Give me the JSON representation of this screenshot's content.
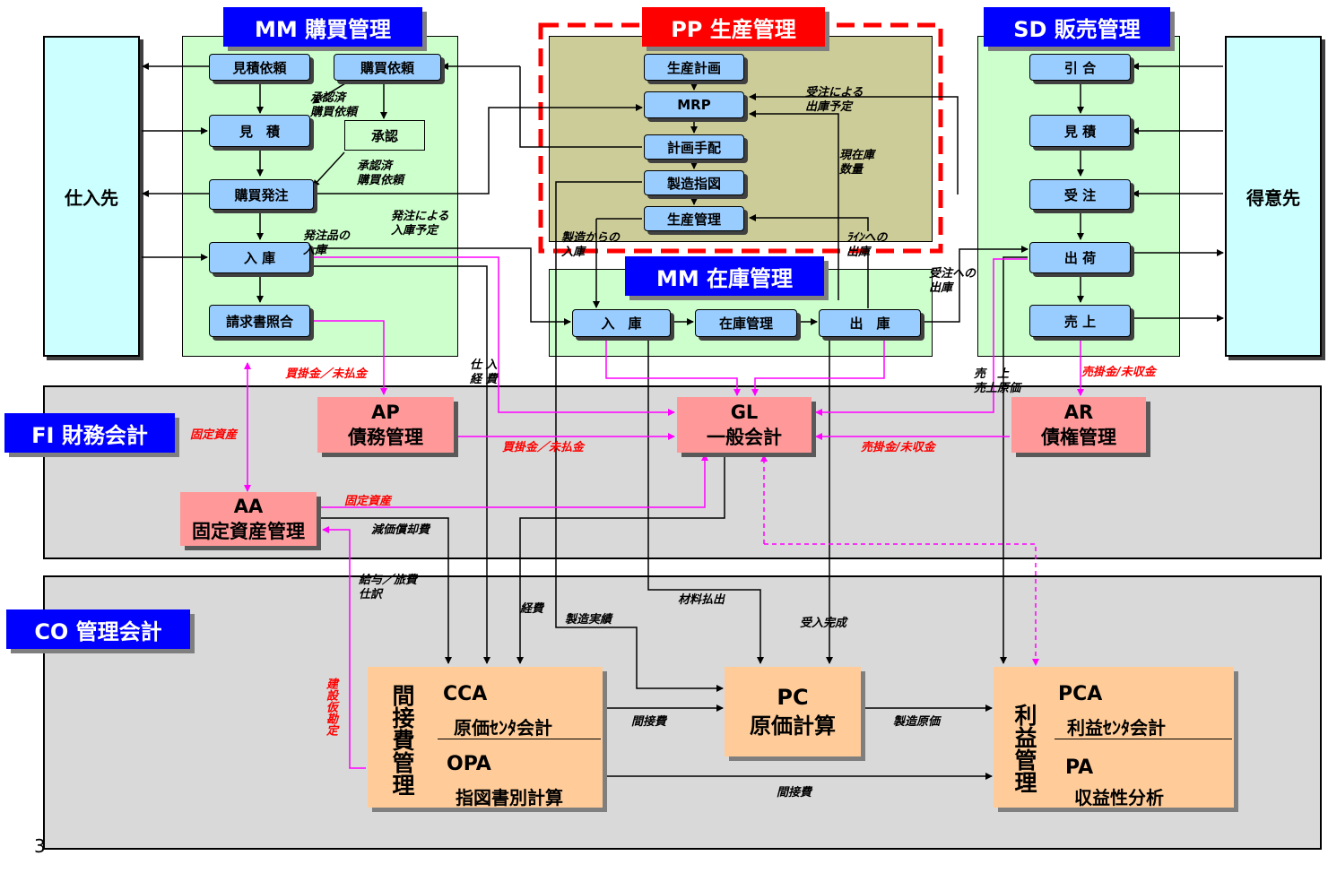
{
  "modules": {
    "mm_purchasing": "MM  購買管理",
    "pp_production": "PP  生産管理",
    "sd_sales": "SD  販売管理",
    "mm_inventory": "MM  在庫管理",
    "fi_finance": "FI  財務会計",
    "co_controlling": "CO  管理会計"
  },
  "partners": {
    "supplier": "仕入先",
    "customer": "得意先"
  },
  "mm_steps": {
    "quote_request": "見積依頼",
    "purchase_request": "購買依頼",
    "quote": "見　積",
    "approval": "承認",
    "purchase_order": "購買発注",
    "goods_receipt": "入 庫",
    "invoice_match": "請求書照合"
  },
  "pp_steps": {
    "plan": "生産計画",
    "mrp": "MRP",
    "arrange": "計画手配",
    "order": "製造指図",
    "manage": "生産管理"
  },
  "sd_steps": {
    "inquiry": "引 合",
    "quote": "見 積",
    "order": "受 注",
    "ship": "出 荷",
    "sales": "売 上"
  },
  "inv_steps": {
    "receipt": "入　庫",
    "manage": "在庫管理",
    "issue": "出　庫"
  },
  "fi_boxes": {
    "ap_code": "AP",
    "ap_name": "債務管理",
    "gl_code": "GL",
    "gl_name": "一般会計",
    "ar_code": "AR",
    "ar_name": "債権管理",
    "aa_code": "AA",
    "aa_name": "固定資産管理"
  },
  "co_boxes": {
    "overhead_side": "間接費管理",
    "cca_code": "CCA",
    "cca_name": "原価ｾﾝﾀ会計",
    "opa_code": "OPA",
    "opa_name": "指図書別計算",
    "pc_code": "PC",
    "pc_name": "原価計算",
    "profit_side": "利益管理",
    "pca_code": "PCA",
    "pca_name": "利益ｾﾝﾀ会計",
    "pa_code": "PA",
    "pa_name": "収益性分析"
  },
  "labels": {
    "approved_req_1": "承認済\n購買依頼",
    "approved_req_2": "承認済\n購買依頼",
    "po_receipt_plan": "発注による\n入庫予定",
    "po_item_receipt": "発注品の\n入庫",
    "order_issue_plan": "受注による\n出庫予定",
    "current_stock": "現在庫\n数量",
    "receipt_from_mfg": "製造からの\n入庫",
    "issue_to_line": "ﾗｲﾝへの\n出庫",
    "issue_for_order": "受注への\n出庫",
    "purchase_expense": "仕 入\n経 費",
    "sales_and_cost": "売　上\n売上原価",
    "ap_unpaid_1": "買掛金／未払金",
    "ar_unreceived_1": "売掛金/未収金",
    "fixed_assets_1": "固定資産",
    "ap_unpaid_2": "買掛金／未払金",
    "ar_unreceived_2": "売掛金/未収金",
    "fixed_assets_2": "固定資産",
    "depreciation": "減価償却費",
    "salary_travel": "給与／旅費\n仕訳",
    "expenses": "経費",
    "mfg_results": "製造実績",
    "material_issue": "材料払出",
    "receipt_complete": "受入完成",
    "construction_suspense": "建設仮勘定",
    "overhead_1": "間接費",
    "overhead_2": "間接費",
    "mfg_cost": "製造原価"
  },
  "page_number": "3",
  "colors": {
    "module_header": "#0000ff",
    "pp_header": "#ff0000",
    "purchase_module_bg": "#ccffcc",
    "partner_bg": "#ccffff",
    "process_box": "#99ccff",
    "fi_box": "#ff9999",
    "co_box": "#ffcc99",
    "magenta_flow": "#ff00ff"
  }
}
